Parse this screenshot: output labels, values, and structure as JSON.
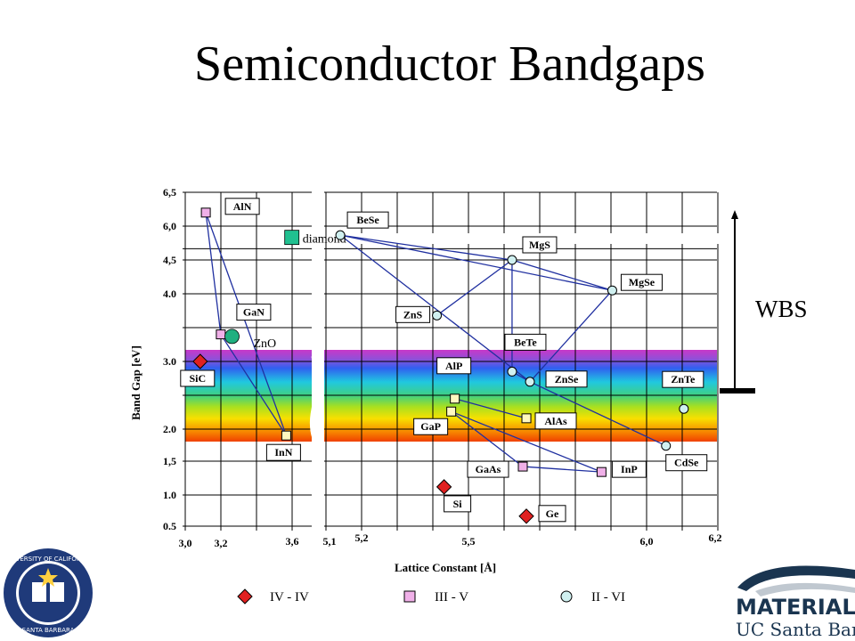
{
  "title": "Semiconductor Bandgaps",
  "wbs_label": "WBS",
  "colors": {
    "iv_iv": "#e02020",
    "iii_v": "#f0b0e8",
    "ii_vi": "#d0f0f0",
    "diamond": "#20c090",
    "zno": "#20b080",
    "line": "#2030a0"
  },
  "chart_data": {
    "type": "scatter",
    "xlabel": "Lattice Constant [Å]",
    "ylabel": "Band Gap [eV]",
    "x_ticks_left": [
      "3,0",
      "3,2",
      "3,6"
    ],
    "x_ticks_right": [
      "5,1",
      "5,2",
      "5,5",
      "6,0",
      "6,2"
    ],
    "y_ticks": [
      "6,5",
      "6,0",
      "4,5",
      "4.0",
      "3.0",
      "2.0",
      "1,5",
      "1.0",
      "0.5"
    ],
    "legend": [
      {
        "label": "IV - IV",
        "marker": "diamond"
      },
      {
        "label": "III - V",
        "marker": "square"
      },
      {
        "label": "II - VI",
        "marker": "circle"
      }
    ],
    "materials": [
      {
        "name": "AlN",
        "group": "III-V",
        "a": 3.11,
        "eg": 6.2
      },
      {
        "name": "GaN",
        "group": "III-V",
        "a": 3.19,
        "eg": 3.4
      },
      {
        "name": "InN",
        "group": "III-V",
        "a": 3.54,
        "eg": 1.9
      },
      {
        "name": "SiC",
        "group": "IV-IV",
        "a": 3.08,
        "eg": 3.0
      },
      {
        "name": "diamond",
        "group": "IV",
        "a": 3.57,
        "eg": 5.5
      },
      {
        "name": "ZnO",
        "group": "II-VI",
        "a": 3.25,
        "eg": 3.37
      },
      {
        "name": "BeSe",
        "group": "II-VI",
        "a": 5.14,
        "eg": 5.6
      },
      {
        "name": "MgS",
        "group": "II-VI",
        "a": 5.62,
        "eg": 4.5
      },
      {
        "name": "MgSe",
        "group": "II-VI",
        "a": 5.9,
        "eg": 4.05
      },
      {
        "name": "ZnS",
        "group": "II-VI",
        "a": 5.41,
        "eg": 3.68
      },
      {
        "name": "BeTe",
        "group": "II-VI",
        "a": 5.62,
        "eg": 2.85
      },
      {
        "name": "ZnSe",
        "group": "II-VI",
        "a": 5.67,
        "eg": 2.7
      },
      {
        "name": "ZnTe",
        "group": "II-VI",
        "a": 6.1,
        "eg": 2.3
      },
      {
        "name": "CdSe",
        "group": "II-VI",
        "a": 6.05,
        "eg": 1.74
      },
      {
        "name": "AlP",
        "group": "III-V",
        "a": 5.46,
        "eg": 2.45
      },
      {
        "name": "GaP",
        "group": "III-V",
        "a": 5.45,
        "eg": 2.26
      },
      {
        "name": "AlAs",
        "group": "III-V",
        "a": 5.66,
        "eg": 2.16
      },
      {
        "name": "GaAs",
        "group": "III-V",
        "a": 5.65,
        "eg": 1.42
      },
      {
        "name": "InP",
        "group": "III-V",
        "a": 5.87,
        "eg": 1.34
      },
      {
        "name": "Si",
        "group": "IV-IV",
        "a": 5.43,
        "eg": 1.12
      },
      {
        "name": "Ge",
        "group": "IV-IV",
        "a": 5.66,
        "eg": 0.66
      }
    ]
  }
}
